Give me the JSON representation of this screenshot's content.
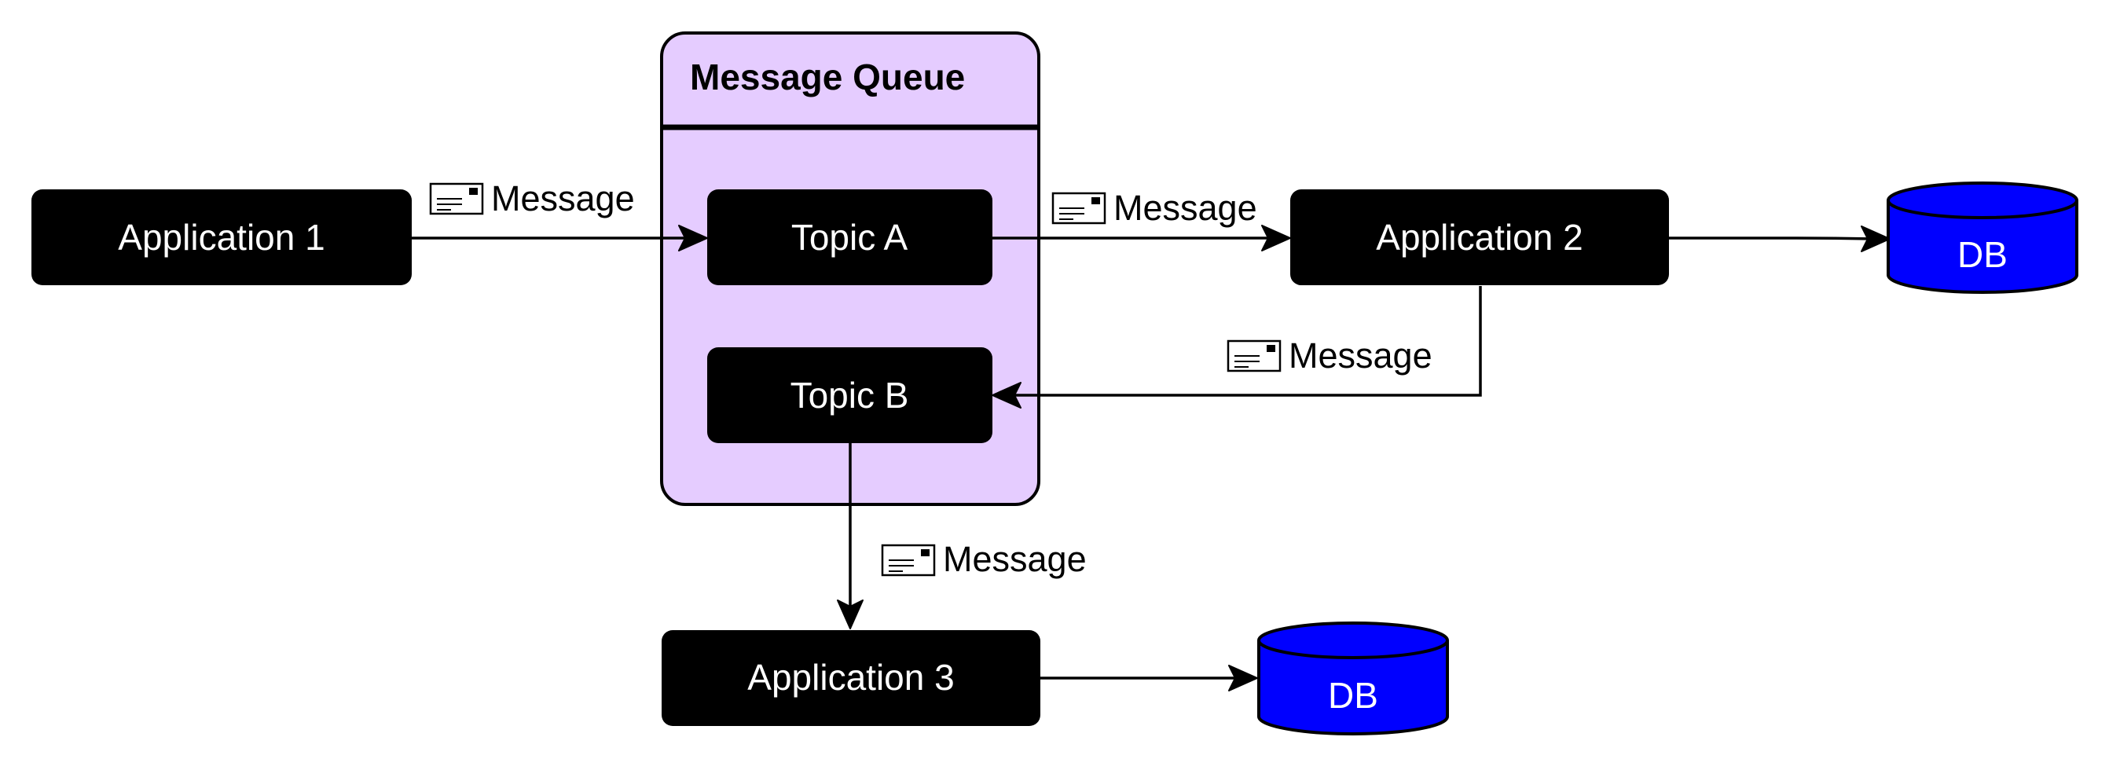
{
  "colors": {
    "node_fill": "#000000",
    "node_text": "#ffffff",
    "queue_fill": "#e5ccff",
    "queue_stroke": "#000000",
    "db_fill": "#0000ff",
    "edge": "#000000"
  },
  "icons": {
    "message": "envelope-icon"
  },
  "queue": {
    "title": "Message Queue"
  },
  "nodes": {
    "app1": "Application 1",
    "app2": "Application 2",
    "app3": "Application 3",
    "topic_a": "Topic A",
    "topic_b": "Topic B",
    "db1": "DB",
    "db2": "DB"
  },
  "edges": {
    "app1_to_topic_a": "Message",
    "topic_a_to_app2": "Message",
    "app2_to_topic_b": "Message",
    "topic_b_to_app3": "Message"
  }
}
